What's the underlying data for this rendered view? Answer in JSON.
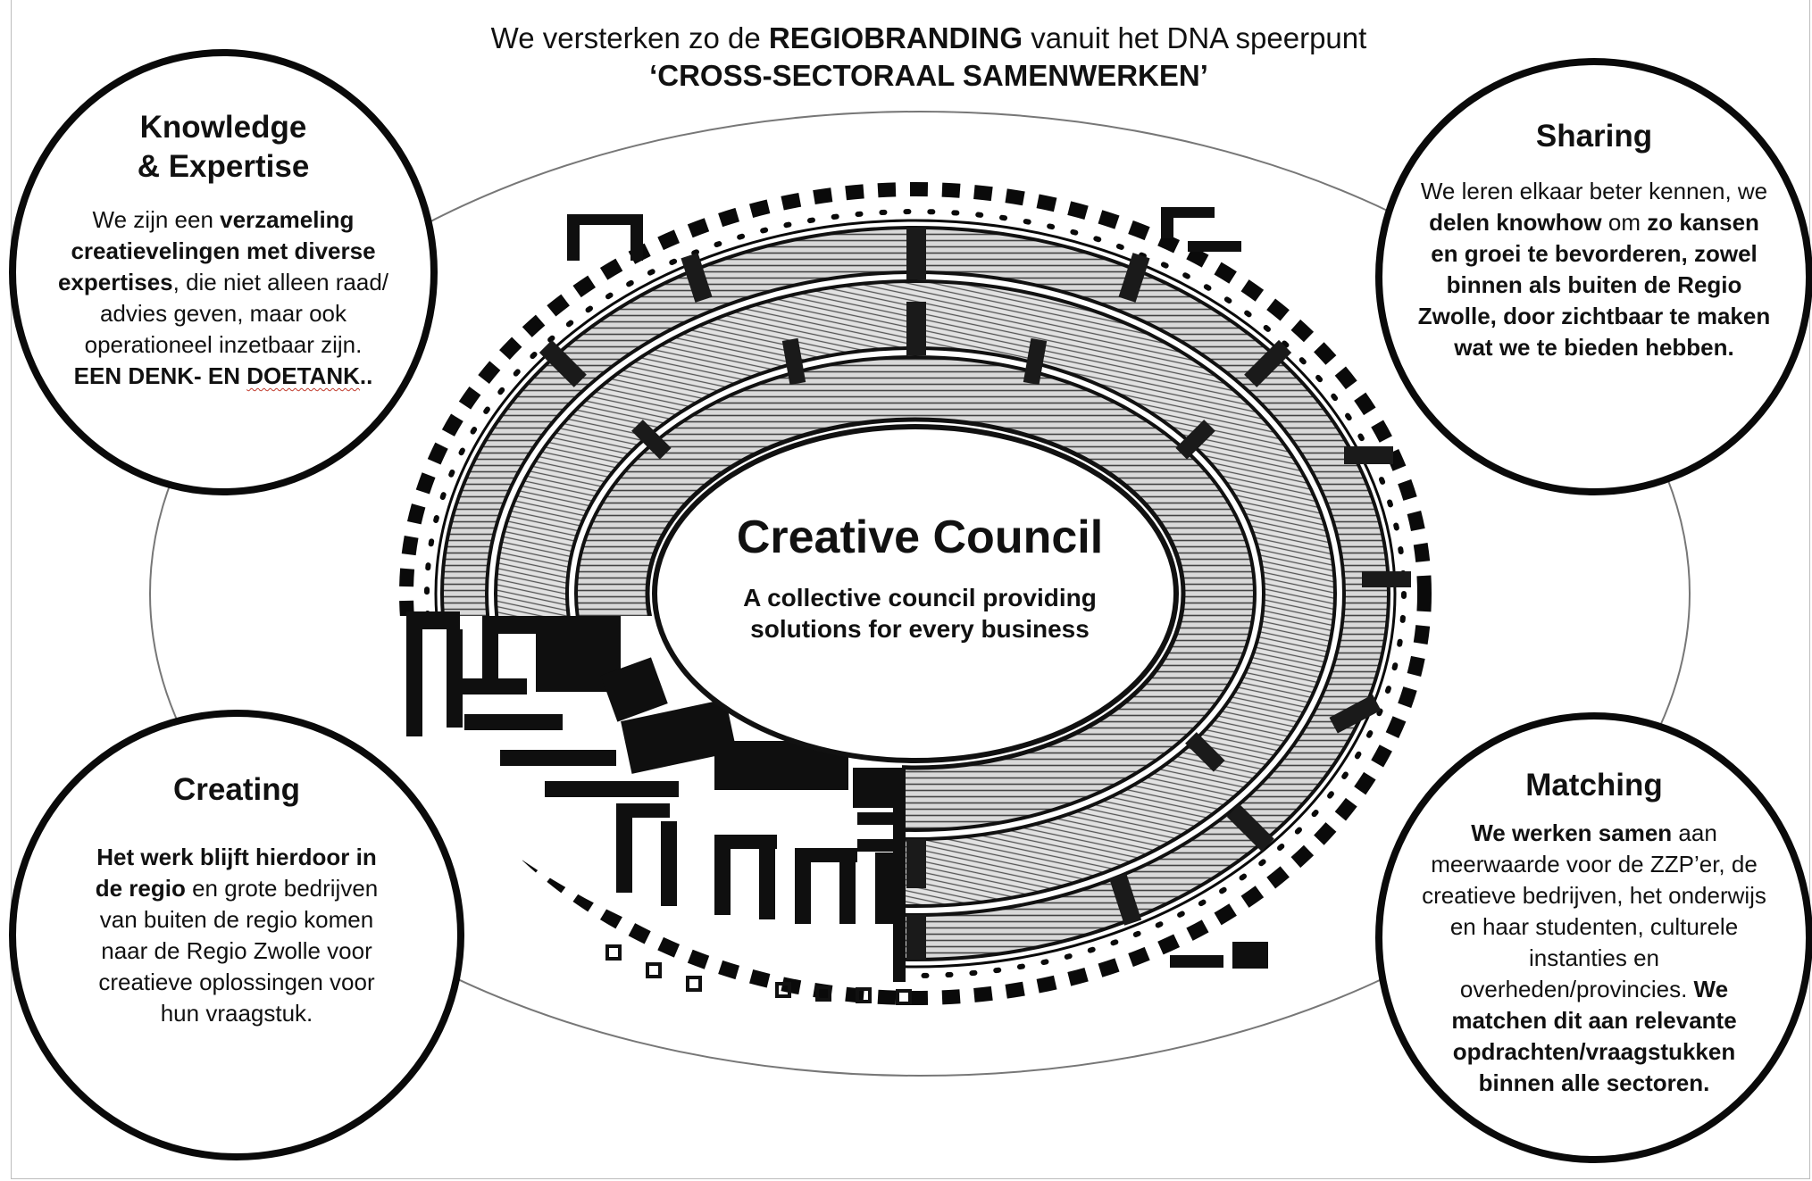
{
  "header": {
    "line1_pre": "We versterken zo de ",
    "line1_bold": "REGIOBRANDING",
    "line1_post": " vanuit het DNA speerpunt",
    "line2": "‘CROSS-SECTORAAL SAMENWERKEN’"
  },
  "center": {
    "title": "Creative Council",
    "subtitle_line1": "A collective council providing",
    "subtitle_line2": "solutions for every business"
  },
  "knowledge": {
    "title_line1": "Knowledge",
    "title_line2": "& Expertise",
    "t1": "We zijn een ",
    "t2": "verzameling creatievelingen met diverse expertises",
    "t3": ", die niet alleen raad/ advies geven, maar ook operationeel inzetbaar zijn.",
    "t4a": "EEN DENK- EN ",
    "t4b": "DOETANK",
    "t4c": ".."
  },
  "sharing": {
    "title": "Sharing",
    "t1": "We leren elkaar beter kennen, we ",
    "t2": "delen knowhow",
    "t3": " om ",
    "t4": "zo kansen en groei te bevorderen, zowel binnen als buiten de Regio Zwolle, door zichtbaar te maken wat we te bieden hebben."
  },
  "creating": {
    "title": "Creating",
    "t1": "Het werk blijft hierdoor in de regio",
    "t2": " en grote bedrijven van buiten de regio komen naar de Regio Zwolle voor creatieve oplossingen voor hun vraagstuk."
  },
  "matching": {
    "title": "Matching",
    "t1": "We werken samen",
    "t2": " aan meerwaarde voor de ZZP’er, de creatieve bedrijven, het onderwijs en haar studenten, culturele instanties en overheden/provincies. ",
    "t3": "We matchen dit aan relevante opdrachten/vraagstukken binnen alle sectoren."
  }
}
